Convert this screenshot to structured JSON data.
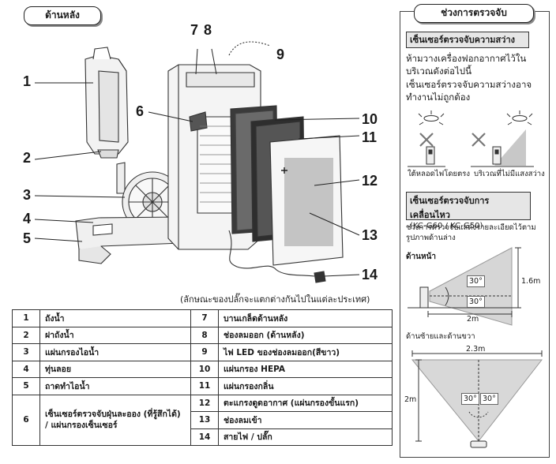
{
  "back_label": "ด้านหลัง",
  "callouts": [
    {
      "id": "c1",
      "text": "1"
    },
    {
      "id": "c2",
      "text": "2"
    },
    {
      "id": "c3",
      "text": "3"
    },
    {
      "id": "c4",
      "text": "4"
    },
    {
      "id": "c5",
      "text": "5"
    },
    {
      "id": "c6",
      "text": "6"
    },
    {
      "id": "c7",
      "text": "7 8"
    },
    {
      "id": "c9",
      "text": "9"
    },
    {
      "id": "c10",
      "text": "10"
    },
    {
      "id": "c11",
      "text": "11"
    },
    {
      "id": "c12",
      "text": "12"
    },
    {
      "id": "c13",
      "text": "13"
    },
    {
      "id": "c14",
      "text": "14"
    }
  ],
  "plug_note": "(ลักษณะของปลั๊กจะแตกต่างกันไปในแต่ละประเทศ)",
  "parts": [
    {
      "left_num": "1",
      "left": "ถังน้ำ",
      "right_num": "7",
      "right": "บานเกล็ดด้านหลัง"
    },
    {
      "left_num": "2",
      "left": "ฝาถังน้ำ",
      "right_num": "8",
      "right": "ช่องลมออก (ด้านหลัง)"
    },
    {
      "left_num": "3",
      "left": "แผ่นกรองไอน้ำ",
      "right_num": "9",
      "right": "ไฟ LED ของช่องลมออก(สีขาว)"
    },
    {
      "left_num": "4",
      "left": "ทุ่นลอย",
      "right_num": "10",
      "right": "แผ่นกรอง HEPA"
    },
    {
      "left_num": "5",
      "left": "ถาดทำไอน้ำ",
      "right_num": "11",
      "right": "แผ่นกรองกลิ่น"
    },
    {
      "left_num": "6",
      "left": "เซ็นเซอร์ตรวจจับฝุ่นละออง (ที่รู้สึกได้) / แผ่นกรองเซ็นเซอร์",
      "right_num": "12",
      "right": "ตะแกรงดูดอากาศ (แผ่นกรองขั้นแรก)"
    },
    {
      "left_num": "",
      "left": "",
      "right_num": "13",
      "right": "ช่องลมเข้า"
    },
    {
      "left_num": "",
      "left": "",
      "right_num": "14",
      "right": "สายไฟ / ปลั๊ก"
    }
  ],
  "panel": {
    "title": "ช่วงการตรวจจับ",
    "light_sensor": "เซ็นเซอร์ตรวจจับความสว่าง",
    "light_text_1": "ห้ามวางเครื่องฟอกอากาศไว้ใน",
    "light_text_2": "บริเวณดังต่อไปนี้",
    "light_text_3": "เซ็นเซอร์ตรวจจับความสว่างอาจ",
    "light_text_4": "ทำงานไม่ถูกต้อง",
    "caption_lamp": "ใต้หลอดไฟโดยตรง",
    "caption_dark": "บริเวณที่ไม่มีแสงสว่าง",
    "motion_sensor": "เซ็นเซอร์ตรวจจับการเคลื่อนไหว",
    "motion_models": "(KC-G60 / KC-G50)",
    "motion_text_1": "ช่วงการตรวจจับแสดงรายละเอียดไว้ตาม",
    "motion_text_2": "รูปภาพด้านล่าง",
    "front_label": "ด้านหน้า",
    "side_label": "ด้านซ้ายและด้านขวา",
    "angle_top": "30°",
    "angle_bottom": "30°",
    "height_16": "1.6m",
    "dist_2": "2m",
    "width_23": "2.3m",
    "depth_2": "2m",
    "angle_left": "30°",
    "angle_right": "30°"
  }
}
